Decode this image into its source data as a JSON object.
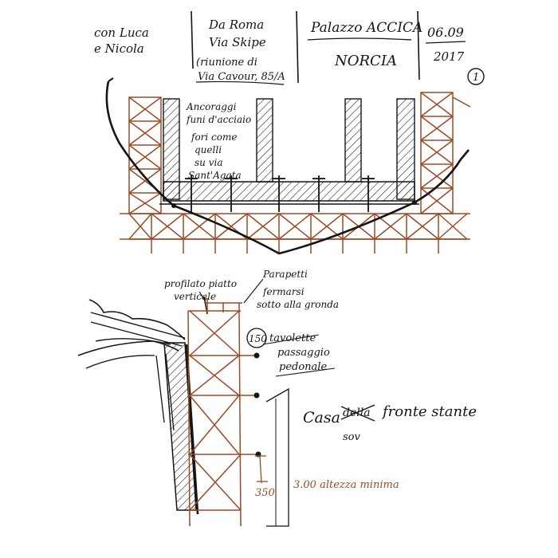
{
  "header": {
    "with_text": [
      "con Luca",
      "e Nicola"
    ],
    "from_text": [
      "Da Roma",
      "Via Skipe"
    ],
    "meeting_text": [
      "(riunione di",
      "Via Cavour, 85/A"
    ],
    "place_title": "Palazzo ACCICA",
    "place_city": "NORCIA",
    "date_day": "06.09",
    "date_year": "2017",
    "page_number": "1"
  },
  "plan_notes": [
    "Ancoraggi",
    "funi d'acciaio",
    "fori come",
    "quelli",
    "su via",
    "Sant'Agata"
  ],
  "section_notes": {
    "profile_note": [
      "profilato piatto",
      "verticale"
    ],
    "parapet_note": [
      "Parapetti"
    ],
    "stop_note": [
      "fermarsi",
      "sotto alla gronda"
    ],
    "board_note": [
      "tavolette",
      "passaggio",
      "pedonale"
    ],
    "dimension_circled": "150",
    "house_note": "Casa",
    "house_note_struck": "della",
    "house_note_sub": "sov",
    "house_note_tail": "fronte stante",
    "height_dimension_small": "350",
    "height_dimension": "3.00 altezza minima"
  },
  "colors": {
    "ink": "#151515",
    "scaffold": "#9a4a25"
  }
}
